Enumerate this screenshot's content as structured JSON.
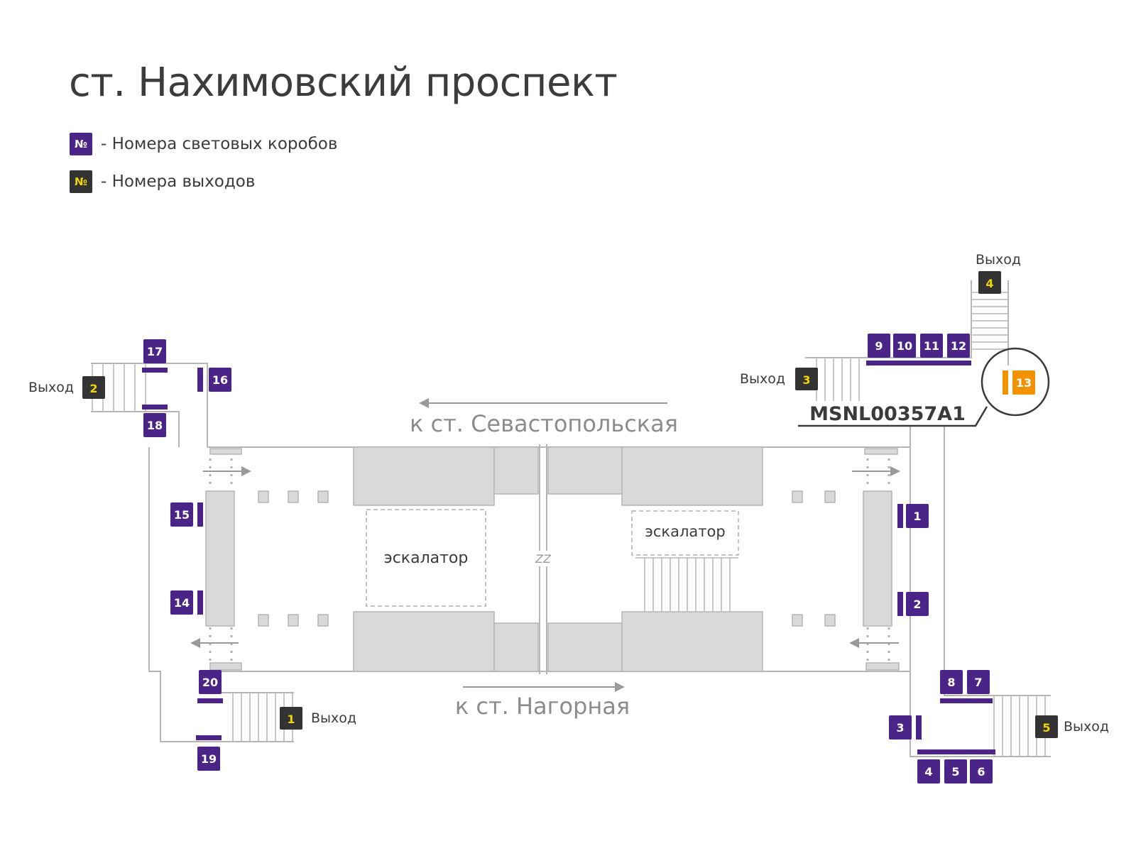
{
  "title": "ст. Нахимовский проспект",
  "colors": {
    "lightbox": "#4a2486",
    "exit": "#333333",
    "exit_text": "#f2d600",
    "highlight": "#f39200",
    "wall": "#b5b5b5",
    "block": "#d9d9d9",
    "direction_text": "#8c8c8c"
  },
  "legend": [
    {
      "symbol": "№",
      "label": "- Номера световых коробов",
      "kind": "lightbox"
    },
    {
      "symbol": "№",
      "label": "- Номера выходов",
      "kind": "exit"
    }
  ],
  "directions": {
    "north": "к ст. Севастопольская",
    "south": "к ст. Нагорная"
  },
  "escalator_label": "эскалатор",
  "break_mark": "ZZ",
  "exit_word": "Выход",
  "exits": [
    "1",
    "2",
    "3",
    "4",
    "5"
  ],
  "lightboxes": [
    "1",
    "2",
    "3",
    "4",
    "5",
    "6",
    "7",
    "8",
    "9",
    "10",
    "11",
    "12",
    "13",
    "14",
    "15",
    "16",
    "17",
    "18",
    "19",
    "20"
  ],
  "highlighted_lightbox": "13",
  "highlight_code": "MSNL00357A1"
}
